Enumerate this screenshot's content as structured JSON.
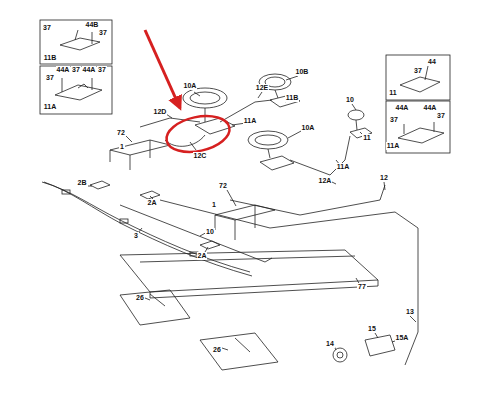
{
  "diagram": {
    "labels": [
      "37",
      "44B",
      "37",
      "11B",
      "37",
      "44A",
      "37",
      "44A",
      "37",
      "11A",
      "10A",
      "10B",
      "12E",
      "11B",
      "12D",
      "11A",
      "12C",
      "72",
      "1",
      "2B",
      "2A",
      "10",
      "11",
      "10A",
      "11A",
      "12A",
      "12",
      "72",
      "1",
      "10",
      "3",
      "2A",
      "77",
      "26",
      "26",
      "13",
      "15",
      "15A",
      "14",
      "44",
      "37",
      "11",
      "44A",
      "37",
      "44A",
      "37",
      "11A"
    ]
  }
}
